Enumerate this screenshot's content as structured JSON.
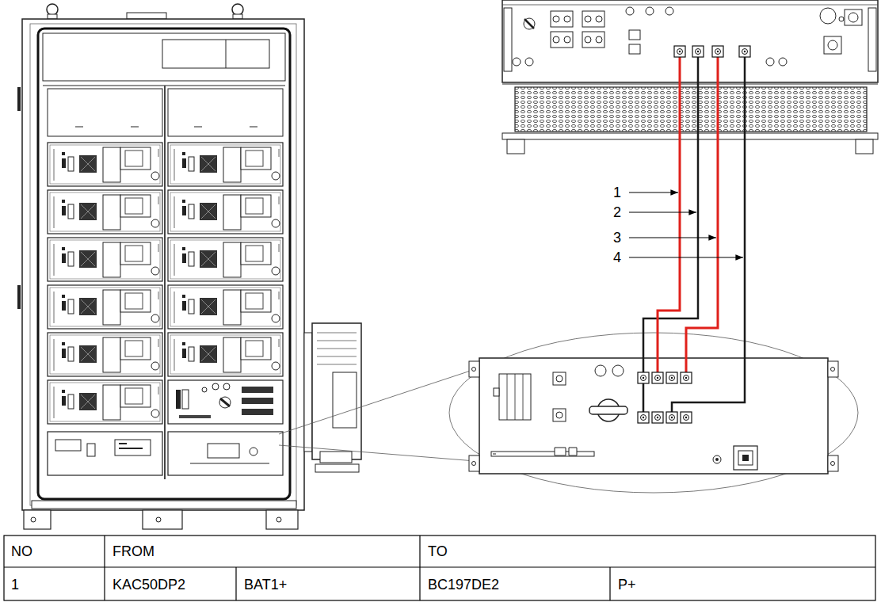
{
  "diagram": {
    "labels": [
      "1",
      "2",
      "3",
      "4",
      "NO",
      "FROM",
      "TO",
      "1",
      "KAC50DP2",
      "BAT1+",
      "BC197DE2",
      "P+"
    ]
  }
}
